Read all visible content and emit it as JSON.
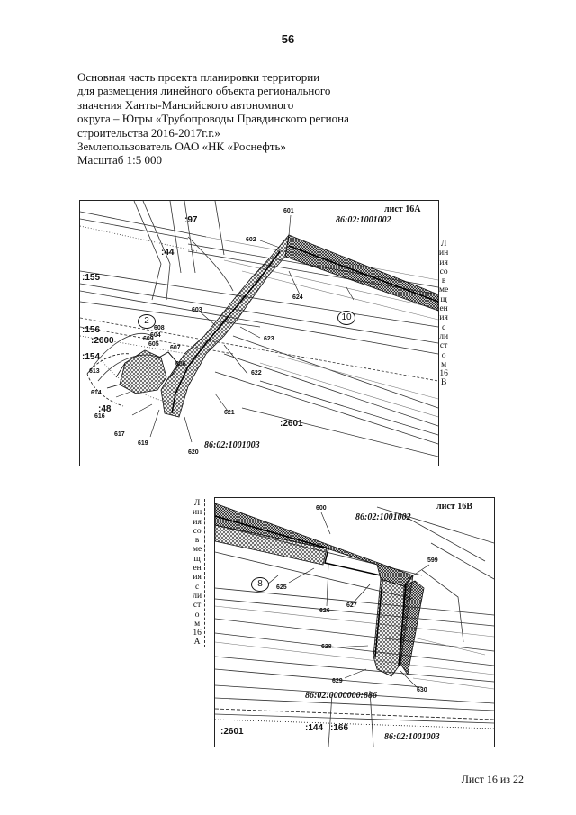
{
  "page_number": "56",
  "header": {
    "lines": [
      "Основная часть проекта планировки территории",
      "для размещения линейного объекта регионального",
      "значения Ханты-Мансийского автономного",
      "округа – Югры «Трубопроводы Правдинского региона",
      "строительства 2016-2017г.г.»",
      "Землепользователь ОАО «НК «Роснефть»",
      "Масштаб 1:5 000"
    ]
  },
  "map_a": {
    "sheet_title": "лист 16А",
    "cadastral": [
      "86:02:1001002",
      "86:02:1001003"
    ],
    "parcels": [
      ":97",
      ":44",
      ":155",
      ":156",
      ":2600",
      ":154",
      ":48",
      ":2601"
    ],
    "points": [
      "601",
      "602",
      "603",
      "604",
      "605",
      "606",
      "607",
      "608",
      "609",
      "613",
      "614",
      "616",
      "617",
      "619",
      "620",
      "621",
      "622",
      "623",
      "624"
    ],
    "circles": [
      "2",
      "10"
    ],
    "match_line": [
      "Л",
      "ин",
      "ия",
      "со",
      "в",
      "ме",
      "щ",
      "ен",
      "ия",
      "с",
      "ли",
      "ст",
      "о",
      "м",
      "16",
      "В"
    ]
  },
  "map_b": {
    "sheet_title": "лист 16В",
    "cadastral": [
      "86:02:1001002",
      "86:02:0000000:886",
      "86:02:1001003"
    ],
    "parcels": [
      ":2601",
      ":144",
      ":166"
    ],
    "points": [
      "600",
      "599",
      "625",
      "626",
      "627",
      "628",
      "629",
      "630"
    ],
    "circles": [
      "8"
    ],
    "match_line": [
      "Л",
      "ин",
      "ия",
      "со",
      "в",
      "ме",
      "щ",
      "ен",
      "ия",
      "с",
      "ли",
      "ст",
      "о",
      "м",
      "16",
      "А"
    ]
  },
  "footer": "Лист 16 из 22"
}
